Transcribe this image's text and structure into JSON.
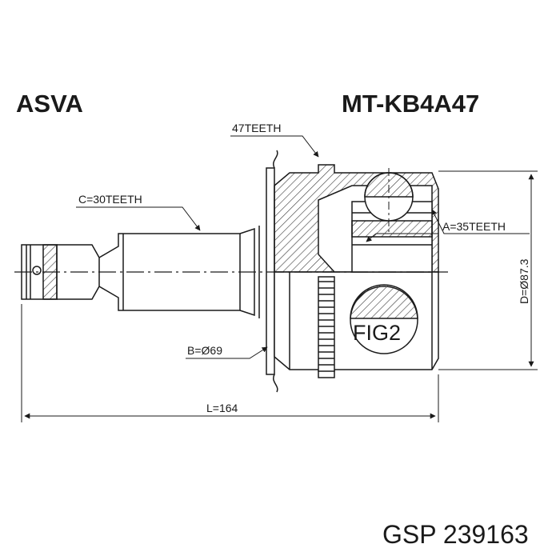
{
  "header": {
    "brand": "ASVA",
    "part_number": "MT-KB4A47"
  },
  "labels": {
    "outer_teeth": "47TEETH",
    "shaft_teeth": "C=30TEETH",
    "inner_teeth": "A=35TEETH",
    "diameter_d": "D=Ø87.3",
    "diameter_b": "B=Ø69",
    "length": "L=164",
    "figure": "FIG2"
  },
  "footer": {
    "cross_reference": "GSP 239163"
  },
  "colors": {
    "line": "#1a1a1a",
    "hatch": "#3a3a3a",
    "background": "#ffffff"
  }
}
